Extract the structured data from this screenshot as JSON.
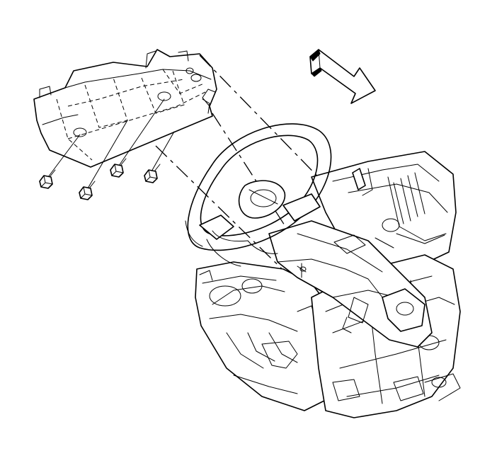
{
  "figure": {
    "type": "exploded-view illustration",
    "parts": [
      {
        "name": "knee-bolster-panel"
      },
      {
        "name": "fastener",
        "count": 4
      },
      {
        "name": "steering-wheel"
      },
      {
        "name": "steering-column"
      },
      {
        "name": "instrument-panel-carrier"
      },
      {
        "name": "direction-arrow"
      }
    ],
    "line_color": "#000000",
    "background": "#ffffff"
  }
}
